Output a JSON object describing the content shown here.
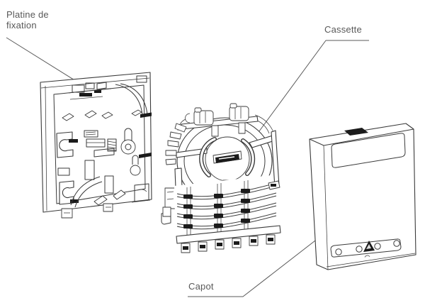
{
  "diagram": {
    "type": "exploded-view-technical-drawing",
    "labels": {
      "mounting_plate": "Platine de fixation",
      "cassette": "Cassette",
      "cover": "Capot"
    },
    "icons": {
      "cover_symbol": "warning-triangle-icon",
      "cover_top": "cable-entry-slot",
      "cassette_center": "brand-badge"
    },
    "cover_front_holes": 4,
    "colors": {
      "background": "#ffffff",
      "line": "#3a3a3a",
      "leader": "#5a5a5a",
      "text": "#585858",
      "dark_fill": "#1b1b1b"
    }
  }
}
